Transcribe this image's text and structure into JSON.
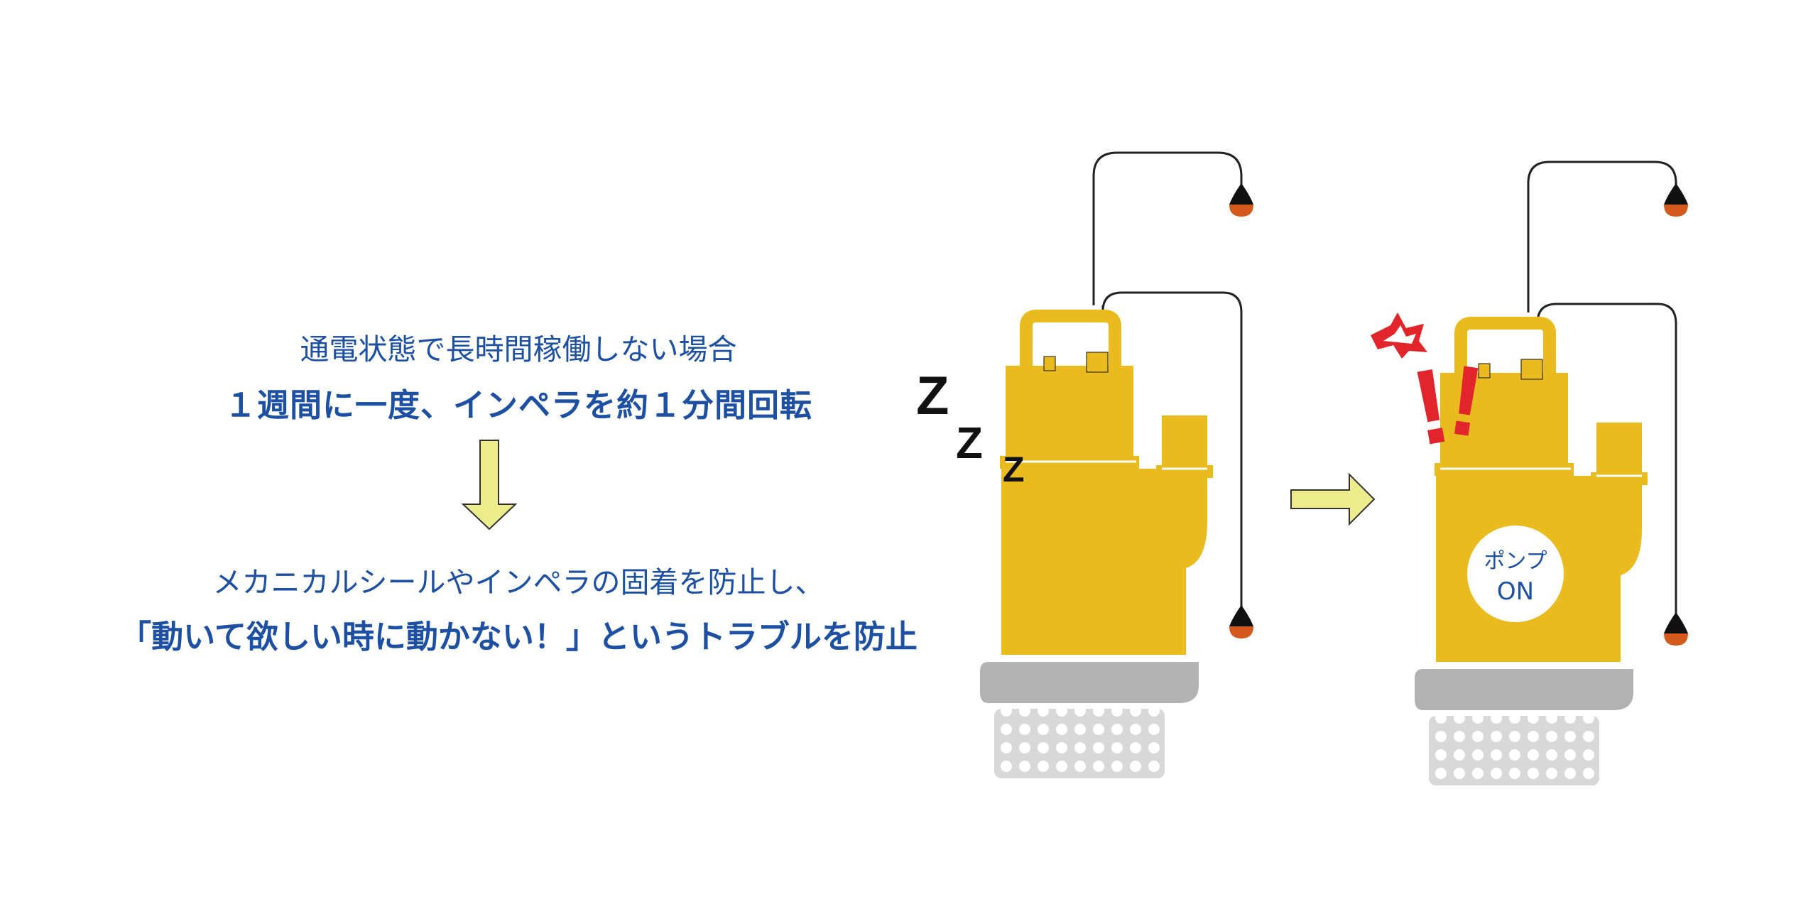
{
  "text": {
    "line1": "通電状態で長時間稼働しない場合",
    "line2": "１週間に一度、インペラを約１分間回転",
    "line3": "メカニカルシールやインペラの固着を防止し、",
    "line4": "「動いて欲しい時に動かない！」というトラブルを防止"
  },
  "pump_left": {
    "sleep": [
      "Z",
      "Z",
      "Z"
    ]
  },
  "pump_right": {
    "badge": {
      "line1": "ポンプ",
      "line2": "ON"
    },
    "alert": [
      "!",
      "!"
    ]
  },
  "colors": {
    "text": "#1d4fa3",
    "pump": "#e9bb1f",
    "arrow": "#ecec8c",
    "float_top": "#111111",
    "float_bottom": "#d35a1c",
    "base": "#b2b2b2",
    "strainer": "#d8d8d8",
    "alert": "#e2242b"
  }
}
